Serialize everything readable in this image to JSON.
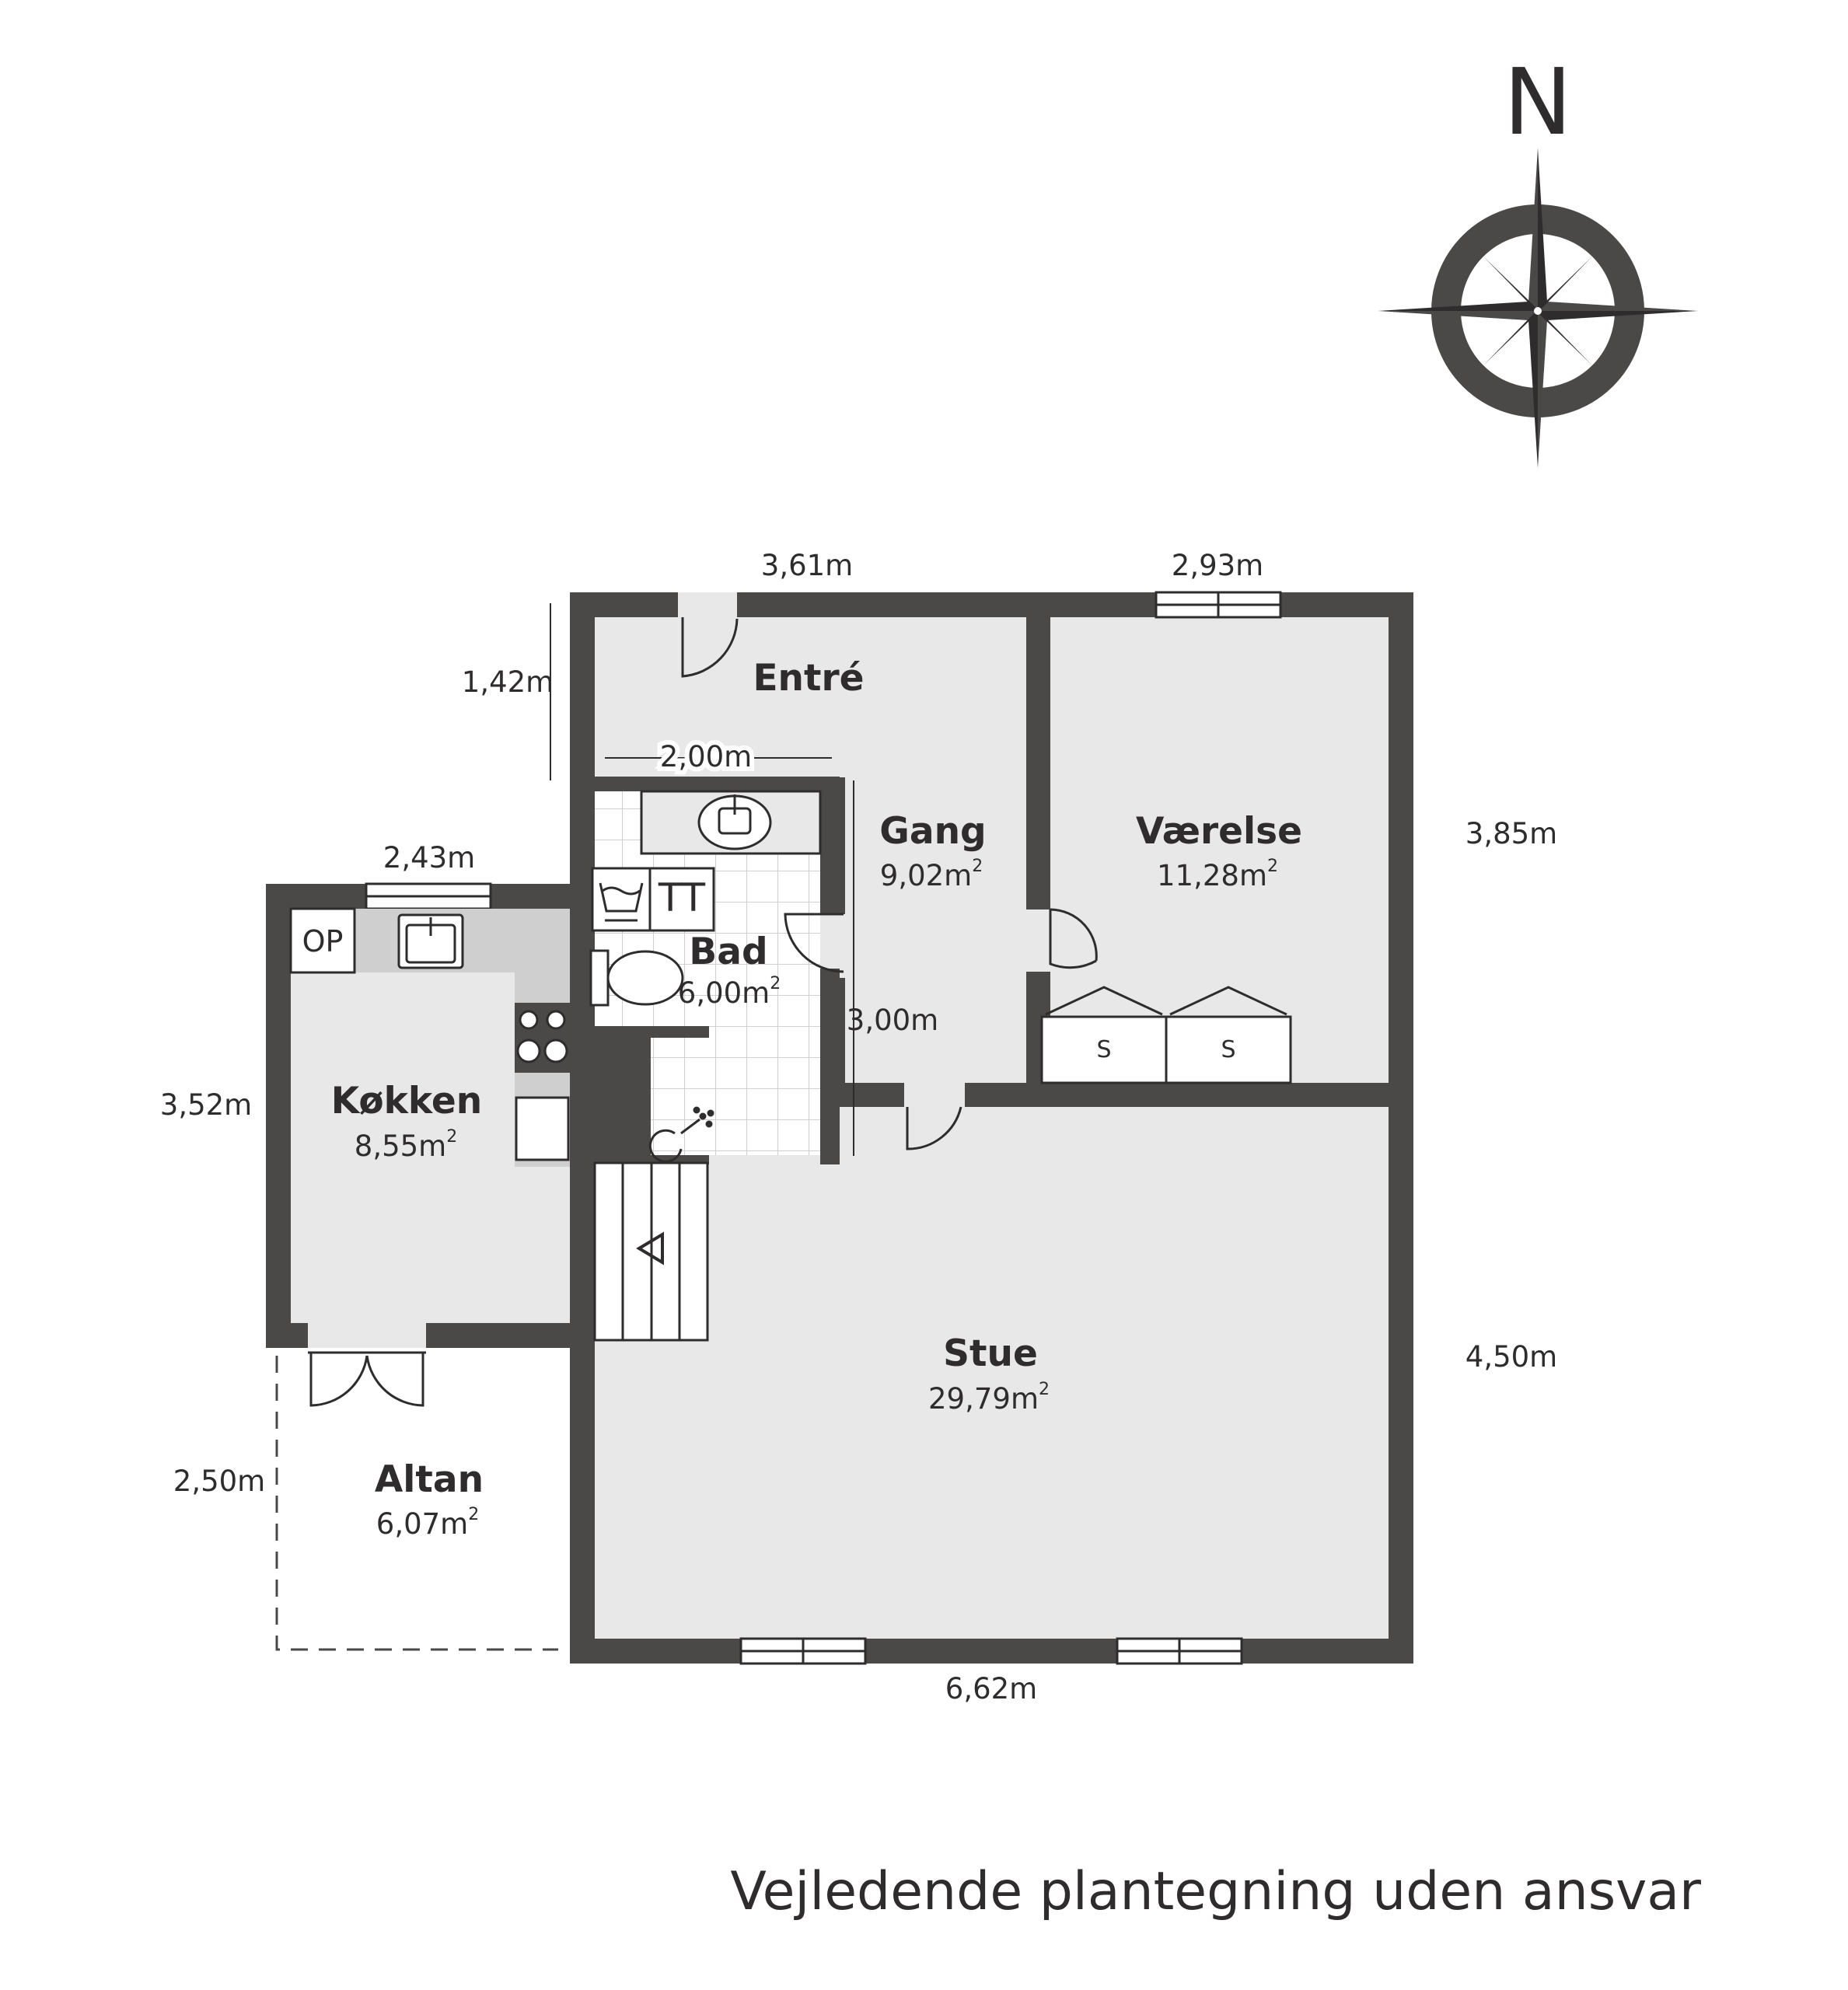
{
  "compass": {
    "north_label": "N",
    "icon": "compass-rose-icon"
  },
  "rooms": {
    "entre": {
      "name": "Entré"
    },
    "gang": {
      "name": "Gang",
      "area": "9,02m",
      "sup": "2"
    },
    "vaerelse": {
      "name": "Værelse",
      "area": "11,28m",
      "sup": "2"
    },
    "bad": {
      "name": "Bad",
      "area": "6,00m",
      "sup": "2"
    },
    "kokken": {
      "name": "Køkken",
      "area": "8,55m",
      "sup": "2"
    },
    "stue": {
      "name": "Stue",
      "area": "29,79m",
      "sup": "2"
    },
    "altan": {
      "name": "Altan",
      "area": "6,07m",
      "sup": "2"
    }
  },
  "dimensions": {
    "top_left": "3,61m",
    "top_right": "2,93m",
    "entre_height": "1,42m",
    "bad_width": "2,00m",
    "kokken_width": "2,43m",
    "right_upper": "3,85m",
    "gang_height": "3,00m",
    "kokken_height": "3,52m",
    "right_lower": "4,50m",
    "altan_height": "2,50m",
    "bottom": "6,62m"
  },
  "symbols": {
    "washer": "washer-icon",
    "dryer_label": "TT",
    "fridge_label": "OP",
    "wardrobe_label": "S"
  },
  "disclaimer": "Vejledende plantegning uden ansvar",
  "colors": {
    "wall": "#4b4848",
    "floor": "#e8e8e8",
    "tile": "#ffffff",
    "text": "#2e2c2c"
  }
}
